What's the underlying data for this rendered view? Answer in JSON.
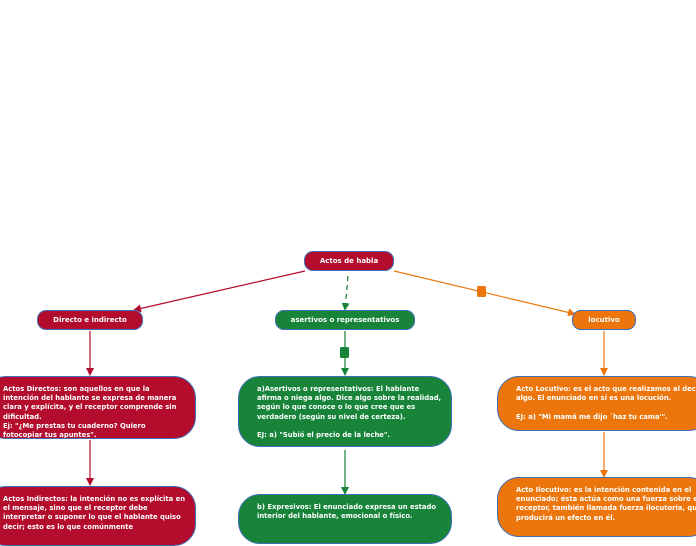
{
  "root": {
    "label": "Actos de habla"
  },
  "branches": [
    {
      "label": "Directo e indirecto"
    },
    {
      "label": "asertivos o representativos"
    },
    {
      "label": "locutivo"
    }
  ],
  "cards": {
    "directos": "Actos Directos: son aquellos en que la intención del hablante se expresa de manera clara y explícita, y el receptor comprende sin dificultad.\n Ej: \"¿Me prestas tu cuaderno? Quiero fotocopiar tus apuntes\".",
    "indirectos": "Actos Indirectos: la intención no es explícita en el mensaje, sino que el receptor debe interpretar o suponer lo que el hablante quiso decir; esto es lo que comúnmente",
    "asertivos": "a)Asertivos o representativos: El hablante afirma o niega algo. Dice algo sobre la realidad, según lo que conoce o lo que cree que es verdadero (según su nivel de certeza).\n\nEJ: a) \"Subió el precio de la leche\".",
    "expresivos": "b) Expresivos: El enunciado expresa un estado interior del hablante, emocional o físico.",
    "locutivo": "Acto Locutivo: es el acto que realizamos al decir algo. El enunciado en sí es una locución.\n\nEJ: a) \"Mi mamá me dijo ´haz tu cama'\".",
    "ilocutivo": "Acto Ilocutivo: es la intención contenida en el enunciado; ésta actúa como una fuerza sobre el receptor, también llamada fuerza ilocutoria, que producirá un efecto en él."
  },
  "colors": {
    "red": "#b30c2c",
    "green": "#17843a",
    "orange": "#ec760c",
    "border": "#3d6fb8"
  }
}
